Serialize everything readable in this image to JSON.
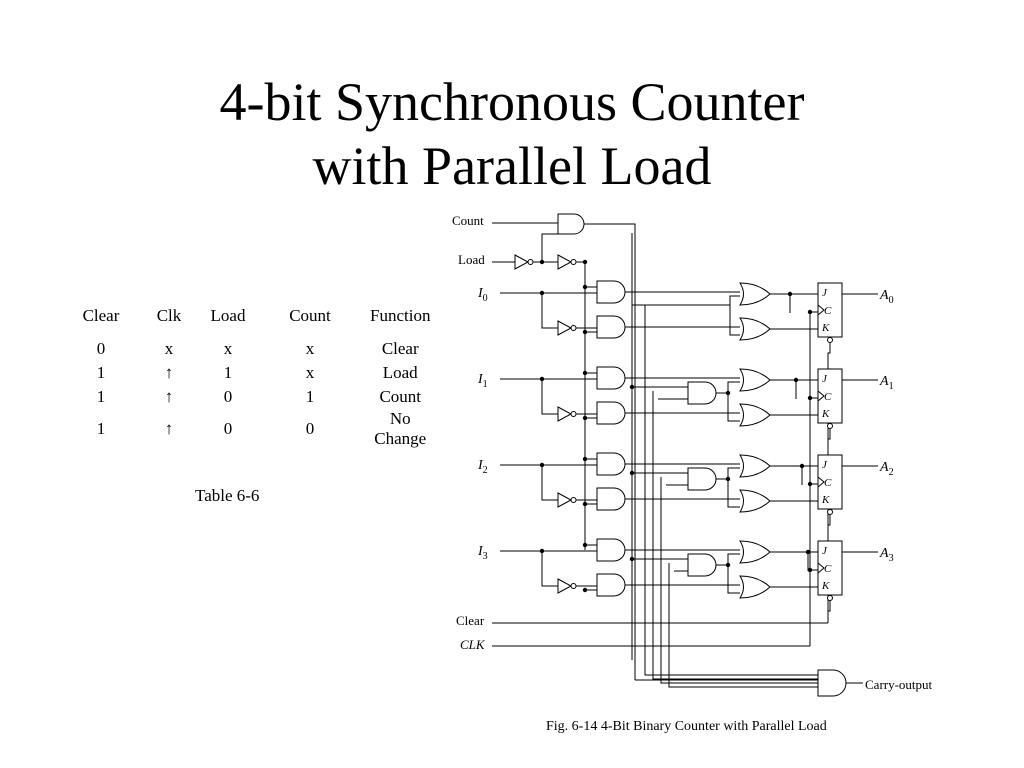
{
  "title": {
    "line1": "4-bit Synchronous Counter",
    "line2": "with Parallel Load"
  },
  "table": {
    "headers": [
      "Clear",
      "Clk",
      "Load",
      "Count",
      "Function"
    ],
    "rows": [
      [
        "0",
        "x",
        "x",
        "x",
        "Clear"
      ],
      [
        "1",
        "↑",
        "1",
        "x",
        "Load"
      ],
      [
        "1",
        "↑",
        "0",
        "1",
        "Count"
      ],
      [
        "1",
        "↑",
        "0",
        "0",
        "No Change"
      ]
    ],
    "caption": "Table 6-6"
  },
  "diagram": {
    "inputs": {
      "count": "Count",
      "load": "Load",
      "clear": "Clear",
      "clk": "CLK"
    },
    "data_inputs": [
      {
        "base": "I",
        "sub": "0"
      },
      {
        "base": "I",
        "sub": "1"
      },
      {
        "base": "I",
        "sub": "2"
      },
      {
        "base": "I",
        "sub": "3"
      }
    ],
    "outputs": [
      {
        "base": "A",
        "sub": "0"
      },
      {
        "base": "A",
        "sub": "1"
      },
      {
        "base": "A",
        "sub": "2"
      },
      {
        "base": "A",
        "sub": "3"
      }
    ],
    "ff_pins": {
      "j": "J",
      "c": "C",
      "k": "K"
    },
    "carry_output": "Carry-output",
    "caption": "Fig. 6-14  4-Bit Binary Counter with Parallel Load"
  }
}
